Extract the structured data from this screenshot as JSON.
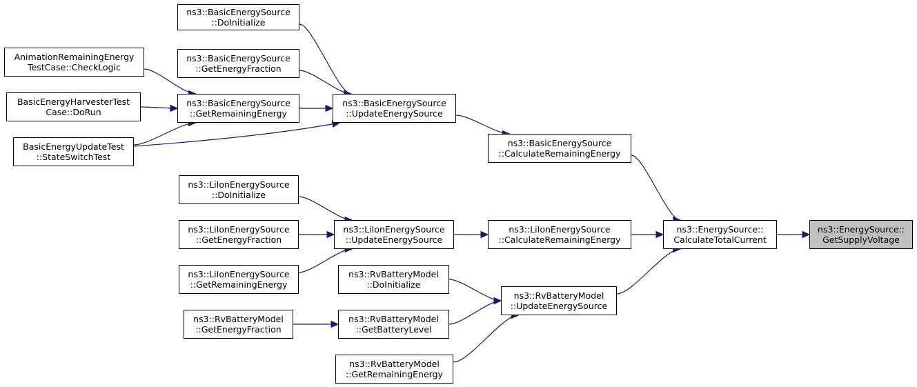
{
  "colors": {
    "edge": "#191970",
    "node_border": "#000000",
    "focus_fill": "#bfbfbf",
    "node_fill": "#ffffff"
  },
  "nodes": [
    {
      "id": "n0",
      "lines": [
        "ns3::EnergySource::",
        "GetSupplyVoltage"
      ],
      "focus": true
    },
    {
      "id": "n1",
      "lines": [
        "ns3::EnergySource::",
        "CalculateTotalCurrent"
      ]
    },
    {
      "id": "n2",
      "lines": [
        "ns3::BasicEnergySource",
        "::CalculateRemainingEnergy"
      ]
    },
    {
      "id": "n3",
      "lines": [
        "ns3::BasicEnergySource",
        "::UpdateEnergySource"
      ]
    },
    {
      "id": "n4",
      "lines": [
        "ns3::BasicEnergySource",
        "::DoInitialize"
      ]
    },
    {
      "id": "n5",
      "lines": [
        "ns3::BasicEnergySource",
        "::GetEnergyFraction"
      ]
    },
    {
      "id": "n6",
      "lines": [
        "ns3::BasicEnergySource",
        "::GetRemainingEnergy"
      ]
    },
    {
      "id": "n7",
      "lines": [
        "AnimationRemainingEnergy",
        "TestCase::CheckLogic"
      ]
    },
    {
      "id": "n8",
      "lines": [
        "BasicEnergyHarvesterTest",
        "Case::DoRun"
      ]
    },
    {
      "id": "n9",
      "lines": [
        "BasicEnergyUpdateTest",
        "::StateSwitchTest"
      ]
    },
    {
      "id": "n10",
      "lines": [
        "ns3::LiIonEnergySource",
        "::CalculateRemainingEnergy"
      ]
    },
    {
      "id": "n11",
      "lines": [
        "ns3::LiIonEnergySource",
        "::UpdateEnergySource"
      ]
    },
    {
      "id": "n12",
      "lines": [
        "ns3::LiIonEnergySource",
        "::DoInitialize"
      ]
    },
    {
      "id": "n13",
      "lines": [
        "ns3::LiIonEnergySource",
        "::GetEnergyFraction"
      ]
    },
    {
      "id": "n14",
      "lines": [
        "ns3::LiIonEnergySource",
        "::GetRemainingEnergy"
      ]
    },
    {
      "id": "n15",
      "lines": [
        "ns3::RvBatteryModel",
        "::UpdateEnergySource"
      ]
    },
    {
      "id": "n16",
      "lines": [
        "ns3::RvBatteryModel",
        "::DoInitialize"
      ]
    },
    {
      "id": "n17",
      "lines": [
        "ns3::RvBatteryModel",
        "::GetBatteryLevel"
      ]
    },
    {
      "id": "n18",
      "lines": [
        "ns3::RvBatteryModel",
        "::GetEnergyFraction"
      ]
    },
    {
      "id": "n19",
      "lines": [
        "ns3::RvBatteryModel",
        "::GetRemainingEnergy"
      ]
    }
  ],
  "edges": [
    {
      "from": "n1",
      "to": "n0"
    },
    {
      "from": "n2",
      "to": "n1"
    },
    {
      "from": "n10",
      "to": "n1"
    },
    {
      "from": "n15",
      "to": "n1"
    },
    {
      "from": "n3",
      "to": "n2"
    },
    {
      "from": "n4",
      "to": "n3"
    },
    {
      "from": "n5",
      "to": "n3"
    },
    {
      "from": "n6",
      "to": "n3"
    },
    {
      "from": "n9",
      "to": "n3"
    },
    {
      "from": "n7",
      "to": "n6"
    },
    {
      "from": "n8",
      "to": "n6"
    },
    {
      "from": "n9",
      "to": "n6"
    },
    {
      "from": "n11",
      "to": "n10"
    },
    {
      "from": "n12",
      "to": "n11"
    },
    {
      "from": "n13",
      "to": "n11"
    },
    {
      "from": "n14",
      "to": "n11"
    },
    {
      "from": "n16",
      "to": "n15"
    },
    {
      "from": "n17",
      "to": "n15"
    },
    {
      "from": "n19",
      "to": "n15"
    },
    {
      "from": "n18",
      "to": "n17"
    }
  ]
}
